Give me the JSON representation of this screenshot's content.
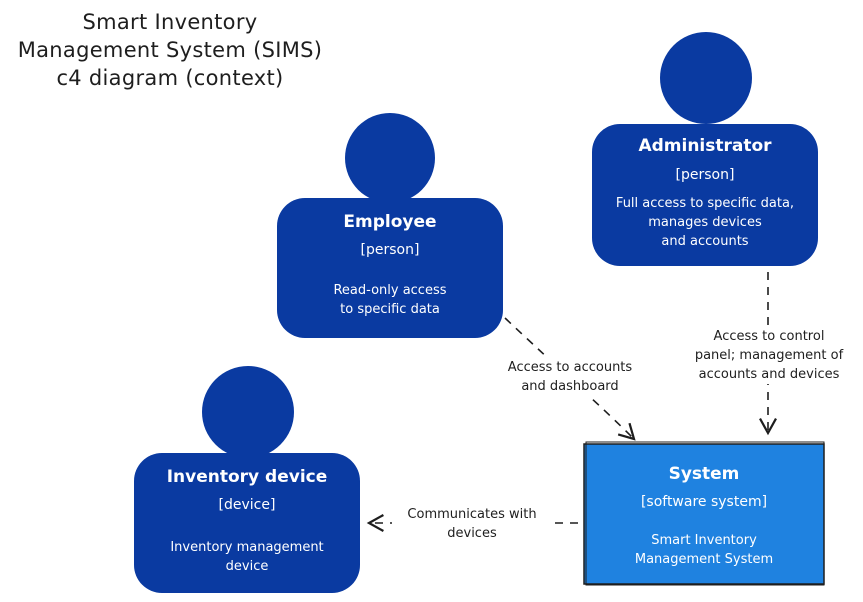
{
  "title": {
    "line1": "Smart Inventory",
    "line2": "Management System (SIMS)",
    "line3": "c4 diagram (context)"
  },
  "nodes": {
    "administrator": {
      "name": "Administrator",
      "type": "[person]",
      "desc1": "Full access to specific data,",
      "desc2": "manages devices",
      "desc3": "and accounts"
    },
    "employee": {
      "name": "Employee",
      "type": "[person]",
      "desc1": "Read-only access",
      "desc2": "to specific data"
    },
    "device": {
      "name": "Inventory device",
      "type": "[device]",
      "desc1": "Inventory management",
      "desc2": "device"
    },
    "system": {
      "name": "System",
      "type": "[software system]",
      "desc1": "Smart Inventory",
      "desc2": "Management System"
    }
  },
  "edges": {
    "employee_system": {
      "line1": "Access to accounts",
      "line2": "and dashboard"
    },
    "admin_system": {
      "line1": "Access to control",
      "line2": "panel; management of",
      "line3": "accounts and devices"
    },
    "system_device": {
      "line1": "Communicates with",
      "line2": "devices"
    }
  },
  "colors": {
    "person": "#0a3aa1",
    "system": "#1f82e0",
    "stroke": "#1e1e1e",
    "text_on_node": "#ffffff"
  }
}
